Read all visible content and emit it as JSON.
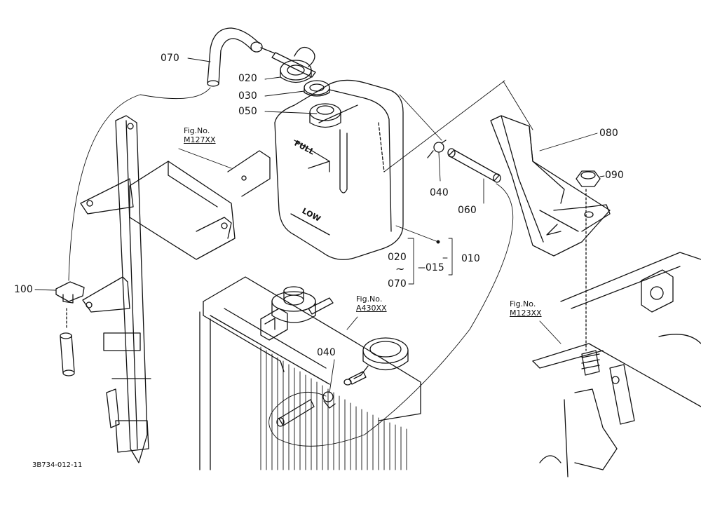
{
  "diagram": {
    "part_labels": {
      "p070": "070",
      "p020": "020",
      "p030": "030",
      "p050": "050",
      "p080": "080",
      "p090": "090",
      "p040a": "040",
      "p060": "060",
      "p100": "100",
      "p020b": "020",
      "p070b": "070",
      "p015": "015",
      "p010": "010",
      "p040b": "040"
    },
    "tilde": "~",
    "figure_refs": {
      "m127": {
        "title": "Fig.No.",
        "code": "M127XX"
      },
      "a430": {
        "title": "Fig.No.",
        "code": "A430XX"
      },
      "m123": {
        "title": "Fig.No.",
        "code": "M123XX"
      }
    },
    "tank_markings": {
      "full": "FULL",
      "low": "LOW"
    },
    "drawing_code": "3B734-012-11"
  }
}
